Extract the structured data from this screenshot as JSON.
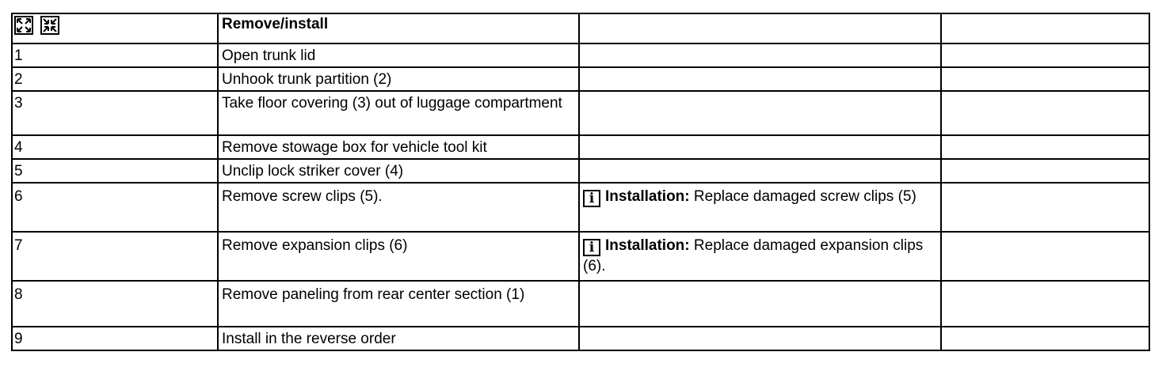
{
  "header": {
    "icons": [
      "expand-all-icon",
      "collapse-all-icon"
    ],
    "title": "Remove/install"
  },
  "steps": [
    {
      "number": "1",
      "text": "Open trunk lid",
      "note_label": "",
      "note_text": ""
    },
    {
      "number": "2",
      "text": "Unhook trunk partition (2)",
      "note_label": "",
      "note_text": ""
    },
    {
      "number": "3",
      "text": "Take floor covering (3) out of luggage compartment",
      "note_label": "",
      "note_text": ""
    },
    {
      "number": "4",
      "text": "Remove stowage box for vehicle tool kit",
      "note_label": "",
      "note_text": ""
    },
    {
      "number": "5",
      "text": "Unclip lock striker cover (4)",
      "note_label": "",
      "note_text": ""
    },
    {
      "number": "6",
      "text": "Remove screw clips (5).",
      "note_label": "Installation:",
      "note_text": " Replace damaged screw clips (5)"
    },
    {
      "number": "7",
      "text": "Remove expansion clips (6)",
      "note_label": "Installation:",
      "note_text": " Replace damaged expansion clips (6)."
    },
    {
      "number": "8",
      "text": "Remove paneling from rear center section (1)",
      "note_label": "",
      "note_text": ""
    },
    {
      "number": "9",
      "text": "Install in the reverse order",
      "note_label": "",
      "note_text": ""
    }
  ],
  "icons": {
    "note": "info-icon",
    "note_glyph": "i"
  }
}
